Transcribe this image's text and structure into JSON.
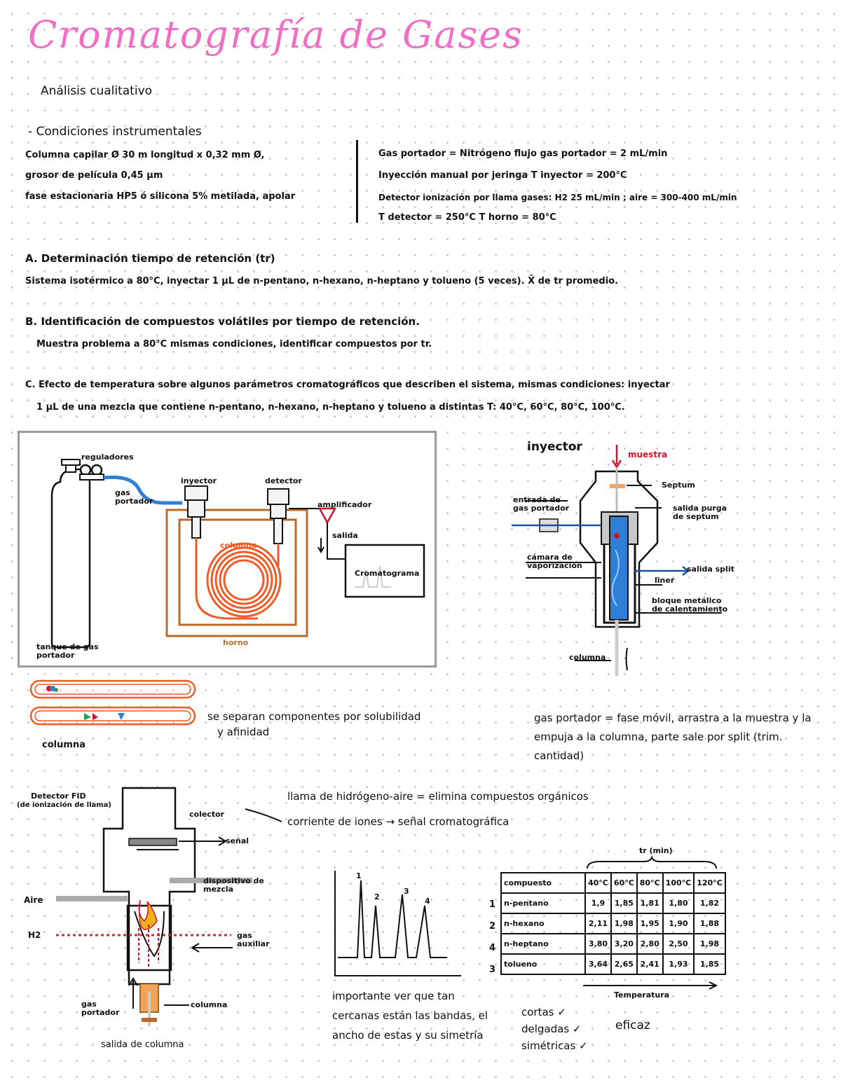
{
  "title": "Cromatografía de Gases",
  "subtitle": "Análisis cualitativo",
  "conditions": {
    "heading": "- Condiciones instrumentales",
    "left": [
      "Columna capilar  Ø 30 m longitud x 0,32 mm Ø,",
      "grosor de película  0,45 µm",
      "fase estacionaria  HP5 ó  silicona 5% metilada, apolar"
    ],
    "right": [
      "Gas portador = Nitrógeno          flujo gas portador = 2 mL/min",
      "Inyección manual por jeringa     T inyector = 200°C",
      "Detector ionización por llama gases: H2 25 mL/min ; aire = 300-400 mL/min",
      "T detector = 250°C          T horno = 80°C"
    ]
  },
  "sections": [
    {
      "heading": "A. Determinación tiempo de retención (tr)",
      "text": "Sistema isotérmico a 80°C, inyectar 1 µL de n-pentano, n-hexano, n-heptano y tolueno (5 veces). X̄ de tr promedio."
    },
    {
      "heading": "B. Identificación de compuestos volátiles por tiempo de retención.",
      "text": "Muestra problema a 80°C mismas condiciones, identificar compuestos por tr."
    },
    {
      "heading": "C. Efecto de temperatura sobre algunos parámetros cromatográficos que describen el sistema, mismas condiciones: inyectar",
      "text": "1 µL de una mezcla que contiene n-pentano, n-hexano, n-heptano y tolueno a distintas T: 40°C, 60°C, 80°C, 100°C."
    }
  ],
  "system_diagram": {
    "labels": {
      "regulators": "reguladores",
      "carrier_gas": "gas portador",
      "injector": "inyector",
      "detector": "detector",
      "amplifier": "amplificador",
      "column": "columna",
      "output": "salida",
      "chromatogram": "Cromatograma",
      "oven": "horno",
      "tank": "tanque de gas portador"
    }
  },
  "injector_diagram": {
    "title": "inyector",
    "labels": {
      "sample": "muestra",
      "septum": "Septum",
      "gas_inlet": "entrada de gas portador",
      "purge": "salida purga de septum",
      "vaporization": "cámara de vaporización",
      "split": "salida split",
      "liner": "liner",
      "heater": "bloque metálico de calentamiento",
      "column": "columna"
    },
    "note": "gas portador = fase móvil, arrastra a la muestra y la empuja a la columna, parte sale por split (trim. cantidad)"
  },
  "column_separation": {
    "label": "columna",
    "note_1": "se separan componentes por solubilidad",
    "note_2": "y afinidad"
  },
  "fid_diagram": {
    "title": "Detector FID",
    "subtitle": "(de ionización de llama)",
    "labels": {
      "collector": "colector",
      "signal": "señal",
      "insulator": "dispositivo de mezcla",
      "air": "Aire",
      "h2": "H2",
      "makeup": "gas auxiliar",
      "carrier": "gas portador",
      "column": "columna"
    },
    "footer": "salida de columna",
    "note_1": "llama de hidrógeno-aire = elimina compuestos orgánicos",
    "note_2": "corriente de iones → señal cromatográfica"
  },
  "chromatogram": {
    "peak_labels": [
      "1",
      "2",
      "3",
      "4"
    ],
    "note": "importante ver que tan cercanas están las bandas, el ancho de estas y su simetría"
  },
  "retention_table": {
    "caption": "tr (min)",
    "headers": [
      "compuesto",
      "40°C",
      "60°C",
      "80°C",
      "100°C",
      "120°C"
    ],
    "rows": [
      {
        "num": "1",
        "name": "n-pentano",
        "values": [
          "1,9",
          "1,85",
          "1,81",
          "1,80",
          "1,82"
        ]
      },
      {
        "num": "2",
        "name": "n-hexano",
        "values": [
          "2,11",
          "1,98",
          "1,95",
          "1,90",
          "1,88"
        ]
      },
      {
        "num": "4",
        "name": "n-heptano",
        "values": [
          "3,80",
          "3,20",
          "2,80",
          "2,50",
          "1,98"
        ]
      },
      {
        "num": "3",
        "name": "tolueno",
        "values": [
          "3,64",
          "2,65",
          "2,41",
          "1,93",
          "1,85"
        ]
      }
    ],
    "axis_label": "Temperatura",
    "checks": [
      "cortas ✓",
      "delgadas ✓",
      "simétricas ✓"
    ],
    "conclusion": "eficaz"
  },
  "colors": {
    "title_pink": "#ee6fc4",
    "column_orange": "#f15a24",
    "carrier_blue": "#2f7fd6",
    "sample_red": "#d3122a",
    "oven_brown": "#b96a2a"
  }
}
